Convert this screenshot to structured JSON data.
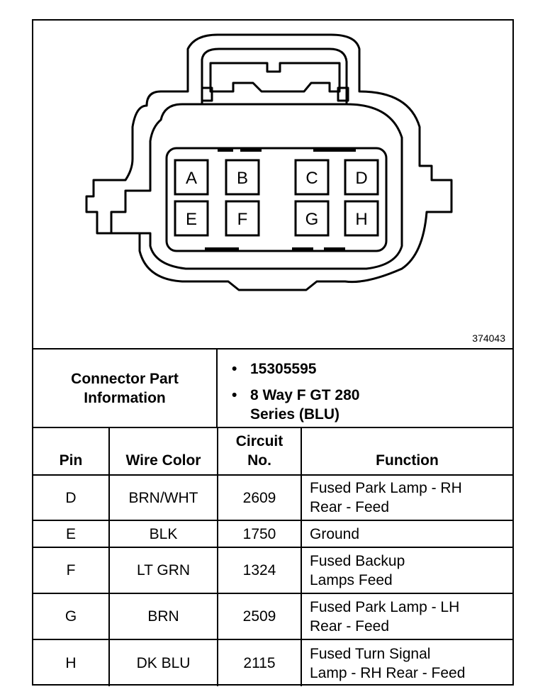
{
  "figure_id": "374043",
  "connector": {
    "pins_top": [
      "A",
      "B",
      "C",
      "D"
    ],
    "pins_bottom": [
      "E",
      "F",
      "G",
      "H"
    ]
  },
  "part_info": {
    "label_line1": "Connector Part",
    "label_line2": "Information",
    "items": [
      "15305595",
      "8 Way F GT 280",
      "Series (BLU)"
    ]
  },
  "table": {
    "headers": {
      "pin": "Pin",
      "wire_color": "Wire Color",
      "circuit_line1": "Circuit",
      "circuit_line2": "No.",
      "function": "Function"
    },
    "rows": [
      {
        "pin": "D",
        "wire": "BRN/WHT",
        "circuit": "2609",
        "func1": "Fused Park Lamp - RH",
        "func2": "Rear - Feed"
      },
      {
        "pin": "E",
        "wire": "BLK",
        "circuit": "1750",
        "func1": "Ground",
        "func2": ""
      },
      {
        "pin": "F",
        "wire": "LT GRN",
        "circuit": "1324",
        "func1": "Fused Backup",
        "func2": "Lamps Feed"
      },
      {
        "pin": "G",
        "wire": "BRN",
        "circuit": "2509",
        "func1": "Fused Park Lamp - LH",
        "func2": "Rear - Feed"
      },
      {
        "pin": "H",
        "wire": "DK BLU",
        "circuit": "2115",
        "func1": "Fused Turn Signal",
        "func2": "Lamp - RH Rear - Feed"
      }
    ]
  }
}
